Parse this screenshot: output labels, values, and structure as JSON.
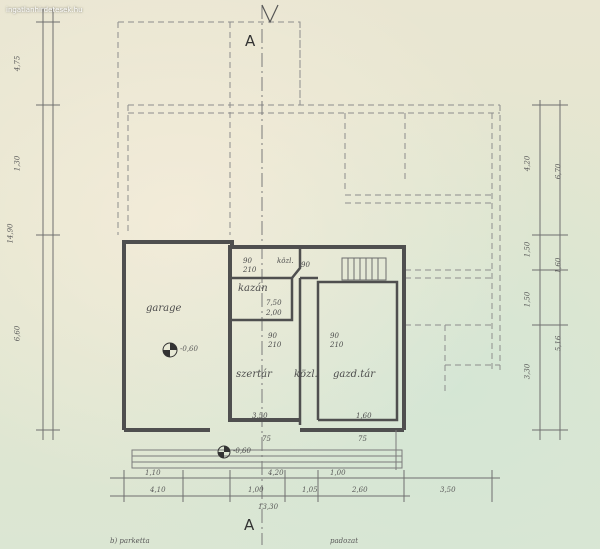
{
  "watermark": "ingatlanhirdetesek.hu",
  "rooms": {
    "garage": "garage",
    "kazan": "kazán",
    "szertar": "szertár",
    "gazdtar": "gazd.tár",
    "kozl": "közl."
  },
  "labels": {
    "garage_level": "-0,60",
    "kazan_opening": "7,50",
    "kazan_opening_2": "2,00",
    "op_top_a": "90",
    "op_top_b": "210",
    "op_kozl": "90",
    "op_mid_a": "90",
    "op_mid_b": "210",
    "op_gazd_a": "90",
    "op_gazd_b": "210",
    "win_left": "3,50",
    "win_right": "1,60",
    "door_left": "75",
    "door_right": "75",
    "entrance": "-0,60",
    "section_marker_top": "A",
    "section_marker_bottom": "A"
  },
  "left_dims": [
    "4,75",
    "1,30",
    "14,90",
    "6,60"
  ],
  "right_dims": [
    "4,20",
    "6,70",
    "1,50",
    "1,60",
    "1,50",
    "3,30",
    "5,16"
  ],
  "bottom_dims": [
    "1,10",
    "4,10",
    "1,00",
    "4,20",
    "1,05",
    "1,00",
    "2,60",
    "3,50"
  ],
  "bottom_total": "13,30",
  "bottom_note_a": "b) parketta",
  "bottom_note_b": "padozat"
}
